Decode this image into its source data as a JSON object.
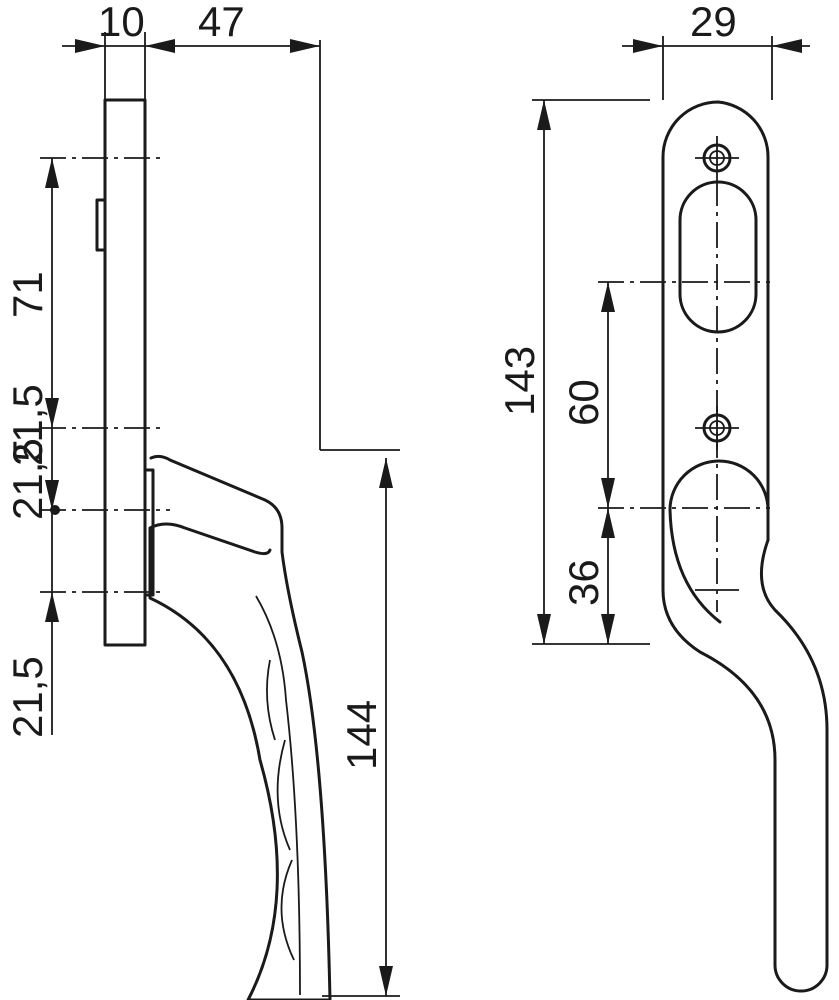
{
  "side_view": {
    "dims": {
      "plate_thickness": "10",
      "handle_projection": "47",
      "upper_spacing": "71",
      "upper_offset": "21,5",
      "lower_offset": "21,5",
      "lower_ext": "21,5",
      "handle_length": "144"
    }
  },
  "front_view": {
    "dims": {
      "plate_width": "29",
      "plate_height": "143",
      "hole_spacing": "60",
      "spindle_offset": "36"
    }
  }
}
